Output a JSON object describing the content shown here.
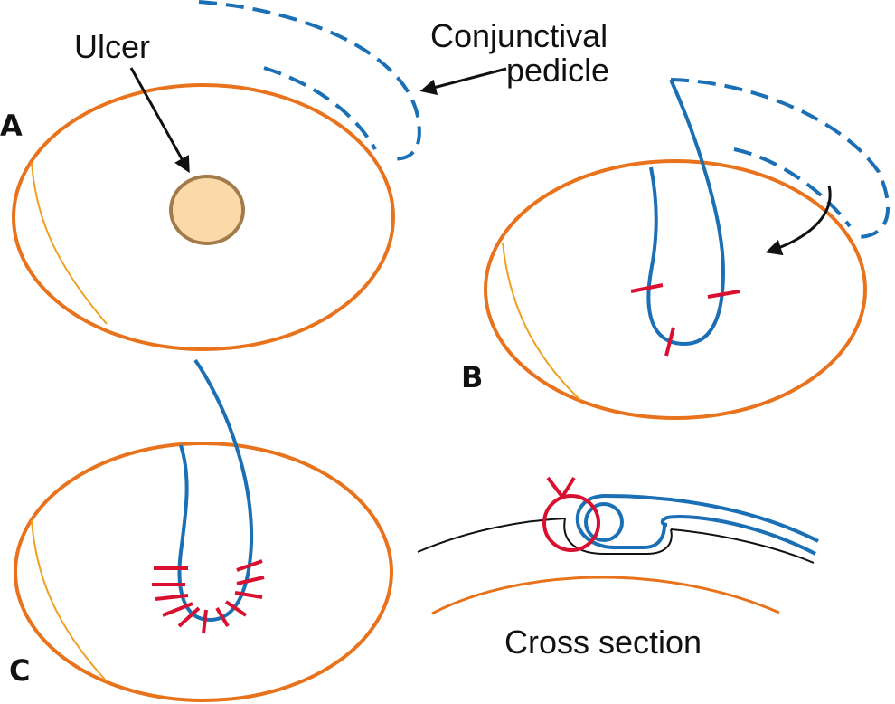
{
  "labels": {
    "ulcer": "Ulcer",
    "conjunctival_line1": "Conjunctival",
    "conjunctival_line2": "pedicle",
    "cross_section": "Cross section",
    "panel_a": "A",
    "panel_b": "B",
    "panel_c": "C"
  },
  "colors": {
    "cornea_outline": "#e8731c",
    "limbus_line": "#f0a020",
    "flap": "#1a6fb5",
    "suture": "#d91030",
    "ulcer_fill": "#fcd9a8",
    "ulcer_stroke": "#a37a4a",
    "arrow": "#111111"
  }
}
